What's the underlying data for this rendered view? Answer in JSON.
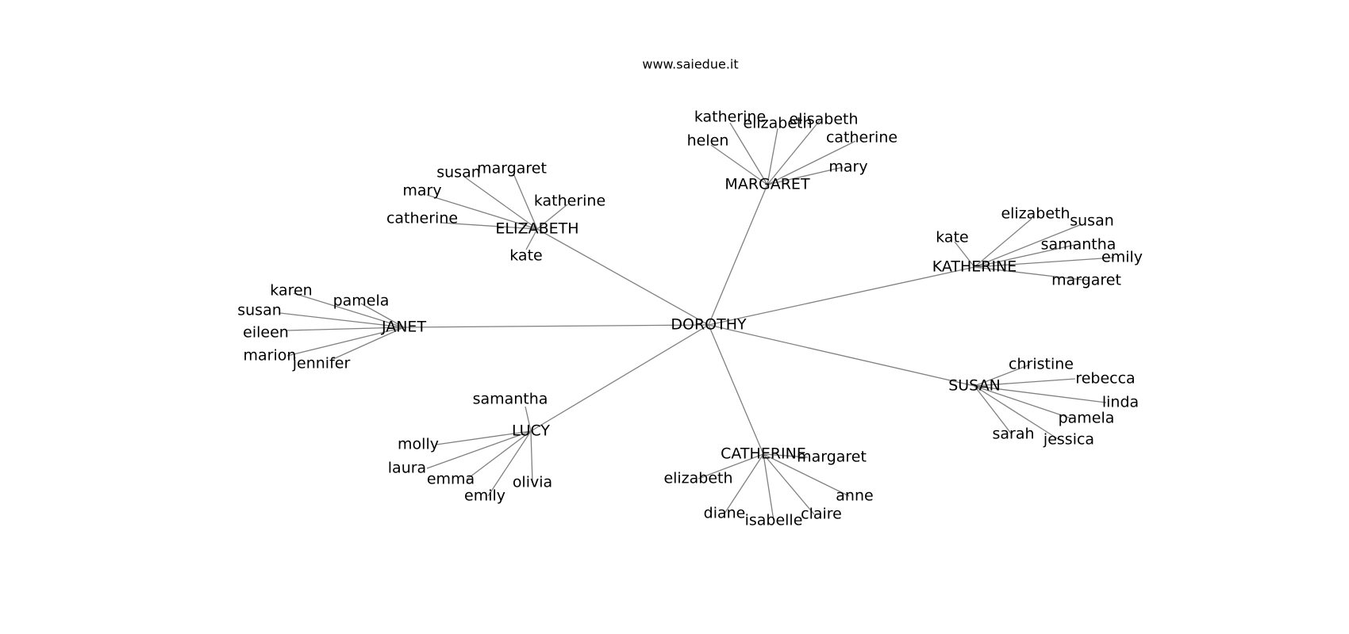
{
  "title": "www.saiedue.it",
  "colors": {
    "edge": "#808080",
    "text": "#000000",
    "background": "#ffffff"
  },
  "graph": {
    "root": "DOROTHY",
    "groups": [
      {
        "hub": "MARGARET",
        "leaves": [
          "katherine",
          "elizabeth",
          "elisabeth",
          "helen",
          "catherine",
          "mary"
        ]
      },
      {
        "hub": "ELIZABETH",
        "leaves": [
          "susan",
          "margaret",
          "mary",
          "katherine",
          "catherine",
          "kate"
        ]
      },
      {
        "hub": "KATHERINE",
        "leaves": [
          "elizabeth",
          "susan",
          "kate",
          "samantha",
          "emily",
          "margaret"
        ]
      },
      {
        "hub": "JANET",
        "leaves": [
          "karen",
          "pamela",
          "susan",
          "eileen",
          "marion",
          "jennifer"
        ]
      },
      {
        "hub": "SUSAN",
        "leaves": [
          "christine",
          "rebecca",
          "linda",
          "pamela",
          "sarah",
          "jessica"
        ]
      },
      {
        "hub": "LUCY",
        "leaves": [
          "samantha",
          "molly",
          "laura",
          "emma",
          "emily",
          "olivia"
        ]
      },
      {
        "hub": "CATHERINE",
        "leaves": [
          "margaret",
          "elizabeth",
          "anne",
          "diane",
          "isabelle",
          "claire"
        ]
      }
    ]
  }
}
